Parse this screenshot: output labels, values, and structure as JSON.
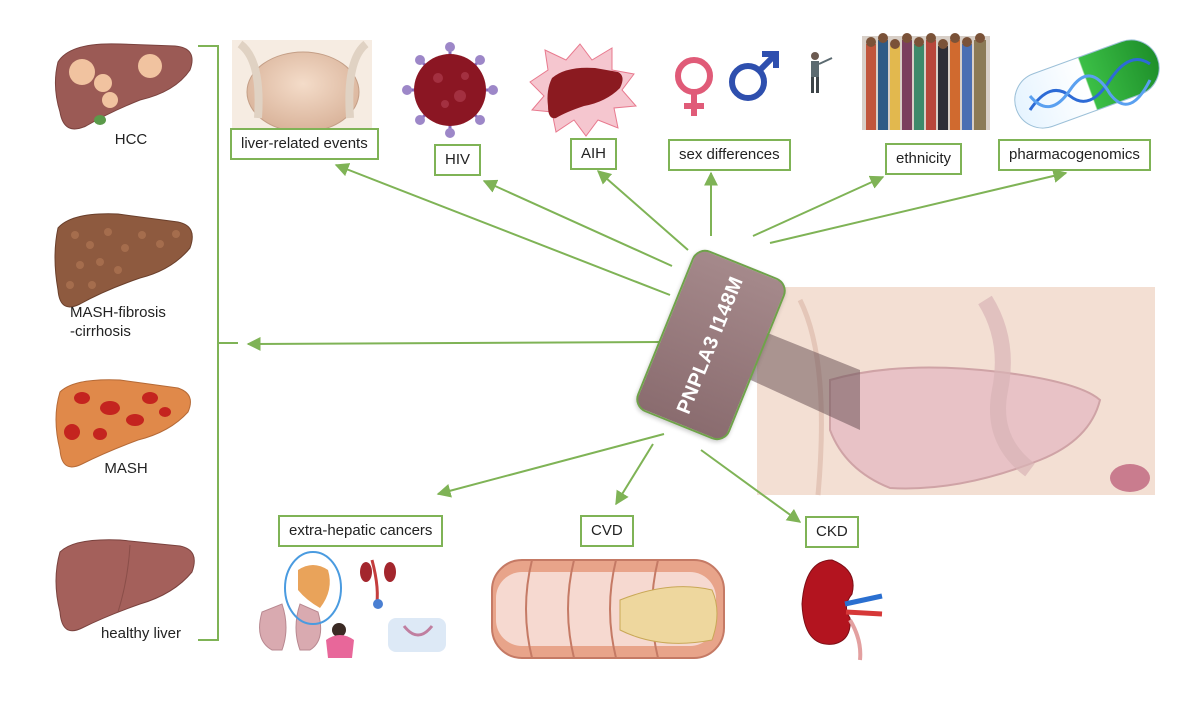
{
  "center": {
    "label": "PNPLA3 I148M"
  },
  "stages": [
    {
      "id": "hcc",
      "label": "HCC"
    },
    {
      "id": "mash_fibrosis",
      "label": "MASH-fibrosis\n-cirrhosis"
    },
    {
      "id": "mash",
      "label": "MASH"
    },
    {
      "id": "healthy",
      "label": "healthy liver"
    }
  ],
  "top_outcomes": [
    {
      "id": "liver_events",
      "label": "liver-related events"
    },
    {
      "id": "hiv",
      "label": "HIV"
    },
    {
      "id": "aih",
      "label": "AIH"
    },
    {
      "id": "sex",
      "label": "sex differences"
    },
    {
      "id": "ethnicity",
      "label": "ethnicity"
    },
    {
      "id": "pharmaco",
      "label": "pharmacogenomics"
    }
  ],
  "bottom_outcomes": [
    {
      "id": "cancers",
      "label": "extra-hepatic cancers"
    },
    {
      "id": "cvd",
      "label": "CVD"
    },
    {
      "id": "ckd",
      "label": "CKD"
    }
  ],
  "colors": {
    "arrow": "#7fb356",
    "box_border": "#7fb356",
    "center_fill": "#947679",
    "liver": "#9b5a55"
  },
  "icons": [
    "liver-hcc-icon",
    "liver-cirrhosis-icon",
    "liver-mash-icon",
    "liver-healthy-icon",
    "abdomen-icon",
    "virus-icon",
    "inflamed-liver-icon",
    "female-symbol-icon",
    "male-symbol-icon",
    "person-icon",
    "crowd-icon",
    "dna-capsule-icon",
    "organs-icon",
    "artery-icon",
    "kidney-icon",
    "torso-liver-icon"
  ]
}
